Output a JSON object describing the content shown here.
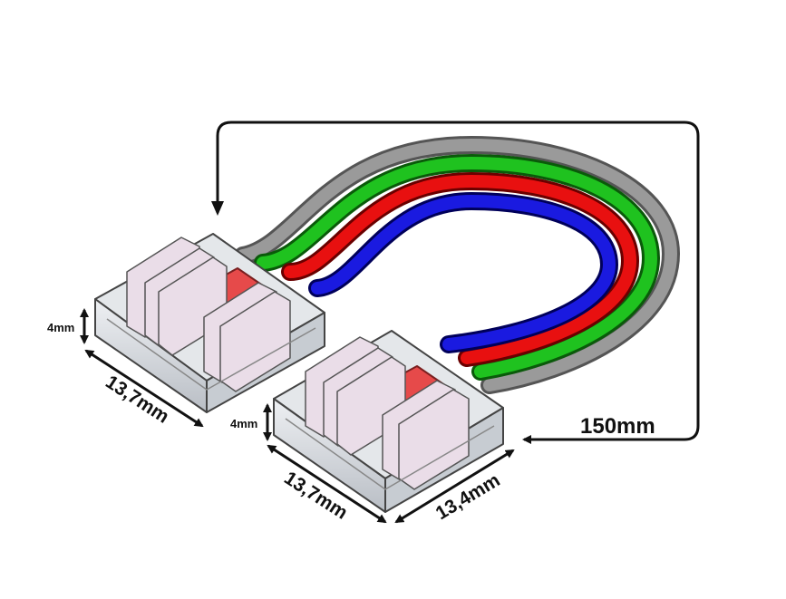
{
  "dimensions": {
    "cable_length": "150mm",
    "connector_a": {
      "height": "4mm",
      "length": "13,7mm"
    },
    "connector_b": {
      "height": "4mm",
      "length": "13,7mm",
      "width": "13,4mm"
    }
  },
  "colors": {
    "cable_grey": "#8a8a8a",
    "wire_green": "#1fc21f",
    "wire_red": "#e81010",
    "wire_blue": "#1a1ae0",
    "arrow": "#111111",
    "connector_body": "#d9dde2",
    "clip_pink": "#e8dce6"
  }
}
